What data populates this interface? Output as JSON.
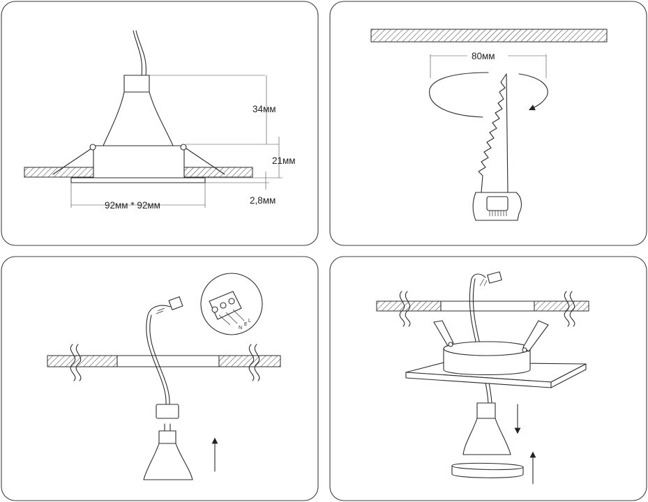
{
  "dimensions": {
    "lamp_height": "34мм",
    "body_height": "21мм",
    "frame_thickness": "2,8мм",
    "frame_size": "92мм * 92мм",
    "cutout_diameter": "80мм"
  },
  "wiring": {
    "terminal_l": "L",
    "terminal_e": "E",
    "terminal_n": "N"
  }
}
